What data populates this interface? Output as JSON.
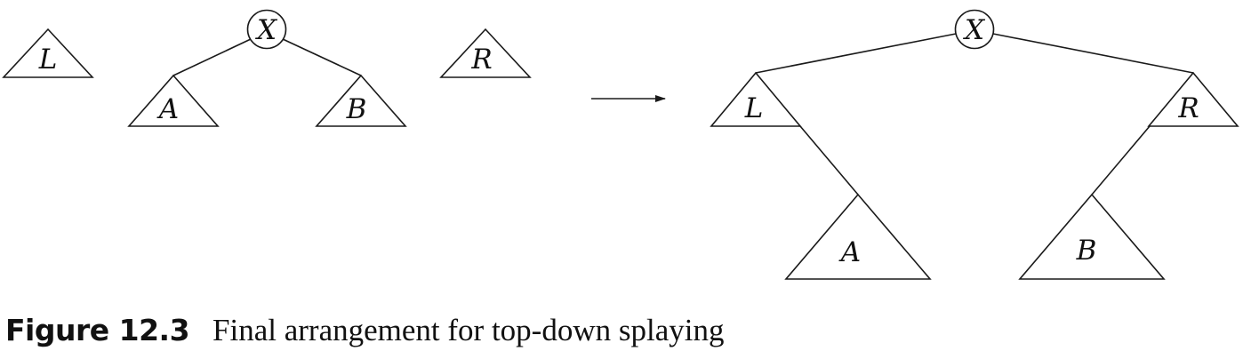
{
  "before": {
    "left_tree": "L",
    "root": "X",
    "root_left_subtree": "A",
    "root_right_subtree": "B",
    "right_tree": "R"
  },
  "after": {
    "root": "X",
    "left_child": "L",
    "right_child": "R",
    "left_child_right_subtree": "A",
    "right_child_left_subtree": "B"
  },
  "caption": {
    "number": "Figure 12.3",
    "text": "Final arrangement for top-down splaying"
  },
  "colors": {
    "line": "#1a1a1a",
    "text": "#111111",
    "background": "#ffffff"
  },
  "icons": {
    "transition": "right-arrow-icon"
  }
}
